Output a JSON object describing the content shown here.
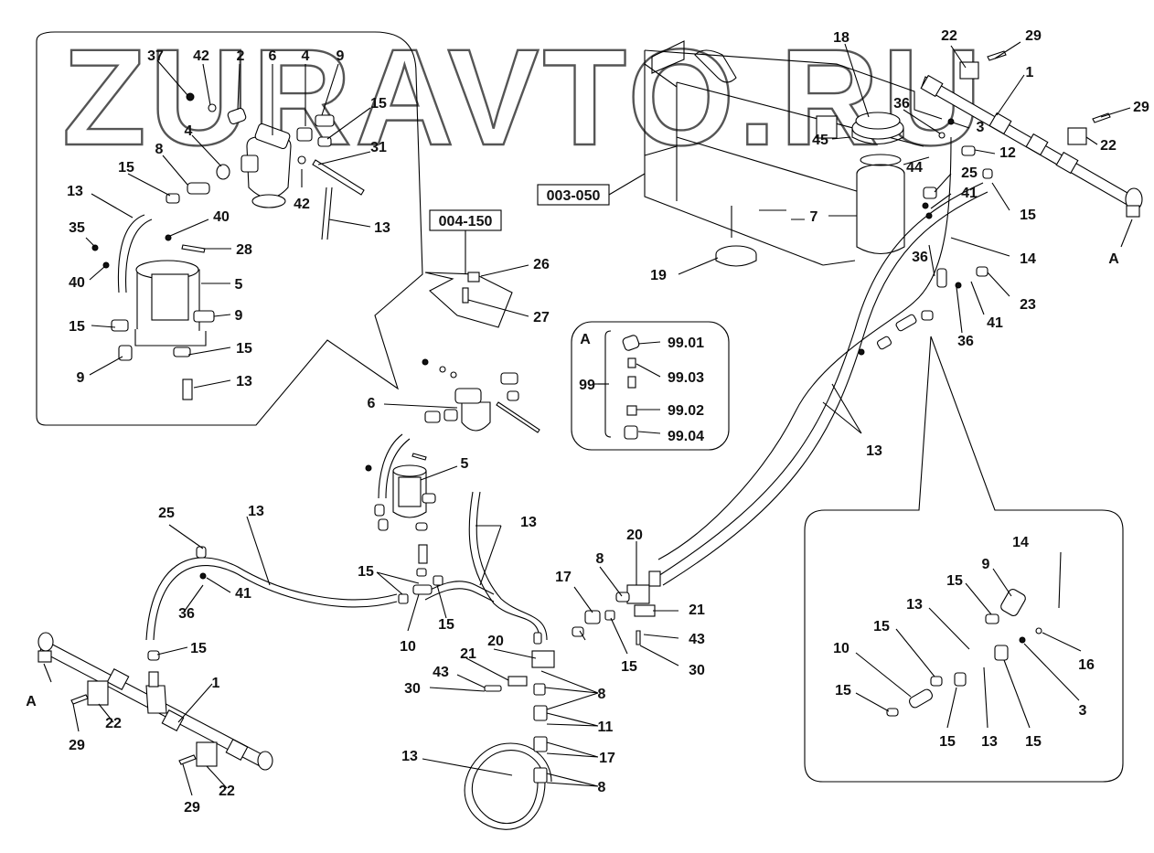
{
  "watermark": "ZURAVTO.RU",
  "corner_text": "",
  "ref_codes": [
    "003-050",
    "004-150"
  ],
  "detail": {
    "letter": "A",
    "group": "99",
    "parts": [
      "99.01",
      "99.03",
      "99.02",
      "99.04"
    ]
  },
  "labels": {
    "l37": "37",
    "l42a": "42",
    "l2": "2",
    "l6a": "6",
    "l4a": "4",
    "l9a": "9",
    "l15a": "15",
    "l31": "31",
    "l4b": "4",
    "l8a": "8",
    "l15b": "15",
    "l13a": "13",
    "l42b": "42",
    "l13b": "13",
    "l40a": "40",
    "l28": "28",
    "l35": "35",
    "l40b": "40",
    "l5a": "5",
    "l15c": "15",
    "l9b": "9",
    "l15d": "15",
    "l9c": "9",
    "l13c": "13",
    "l26": "26",
    "l27": "27",
    "l6b": "6",
    "l5b": "5",
    "l18": "18",
    "l22a": "22",
    "l29a": "29",
    "l1a": "1",
    "l36a": "36",
    "l3a": "3",
    "l45": "45",
    "l12": "12",
    "l44": "44",
    "l25a": "25",
    "l29b": "29",
    "l22b": "22",
    "l41a": "41",
    "l15e": "15",
    "l7": "7",
    "l19": "19",
    "l36b": "36",
    "l14a": "14",
    "lAa": "A",
    "l23": "23",
    "l41b": "41",
    "l36c": "36",
    "l13d": "13",
    "l25b": "25",
    "l13e": "13",
    "l36d": "36",
    "l41c": "41",
    "l15f": "15",
    "l1b": "1",
    "lAb": "A",
    "l29c": "29",
    "l22c": "22",
    "l29d": "29",
    "l22d": "22",
    "l13f": "13",
    "l15g": "15",
    "l10a": "10",
    "l15h": "15",
    "l20a": "20",
    "l8b": "8",
    "l17a": "17",
    "l21a": "21",
    "l43a": "43",
    "l15i": "15",
    "l30a": "30",
    "l20b": "20",
    "l21b": "21",
    "l43b": "43",
    "l30b": "30",
    "l8c": "8",
    "l11": "11",
    "l17b": "17",
    "l8d": "8",
    "l13g": "13",
    "l14b": "14",
    "l9d": "9",
    "l15j": "15",
    "l13h": "13",
    "l15k": "15",
    "l10b": "10",
    "l16": "16",
    "l15l": "15",
    "l3b": "3",
    "l15m": "15",
    "l13i": "13",
    "l15n": "15"
  }
}
